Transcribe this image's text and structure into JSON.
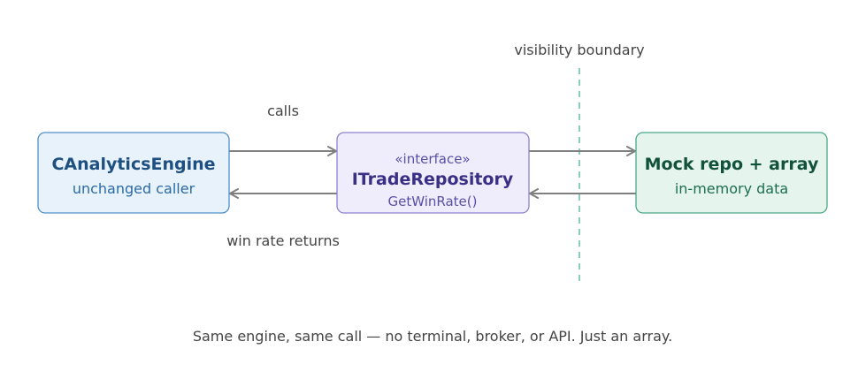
{
  "diagram": {
    "boundary_label": "visibility boundary",
    "edges": {
      "calls_label": "calls",
      "returns_label": "win rate returns"
    },
    "nodes": {
      "engine": {
        "title": "CAnalyticsEngine",
        "subtitle": "unchanged caller"
      },
      "interface": {
        "stereotype": "«interface»",
        "title": "ITradeRepository",
        "method": "GetWinRate()"
      },
      "mock": {
        "title": "Mock repo + array",
        "subtitle": "in-memory data"
      }
    },
    "caption": "Same engine, same call — no terminal, broker, or API. Just an array."
  },
  "colors": {
    "engine_fill": "#e8f2fb",
    "engine_stroke": "#4f8fc6",
    "engine_title": "#1d4f80",
    "engine_sub": "#2a6aa6",
    "interface_fill": "#efedfc",
    "interface_stroke": "#8b82cf",
    "interface_title": "#3a2f86",
    "interface_sub": "#5a4fa8",
    "mock_fill": "#e5f5ee",
    "mock_stroke": "#4aa886",
    "mock_title": "#12513c",
    "mock_sub": "#1d6d50",
    "arrow": "#7f7f7f",
    "boundary": "#6cc2a4",
    "label_text": "#444444"
  }
}
